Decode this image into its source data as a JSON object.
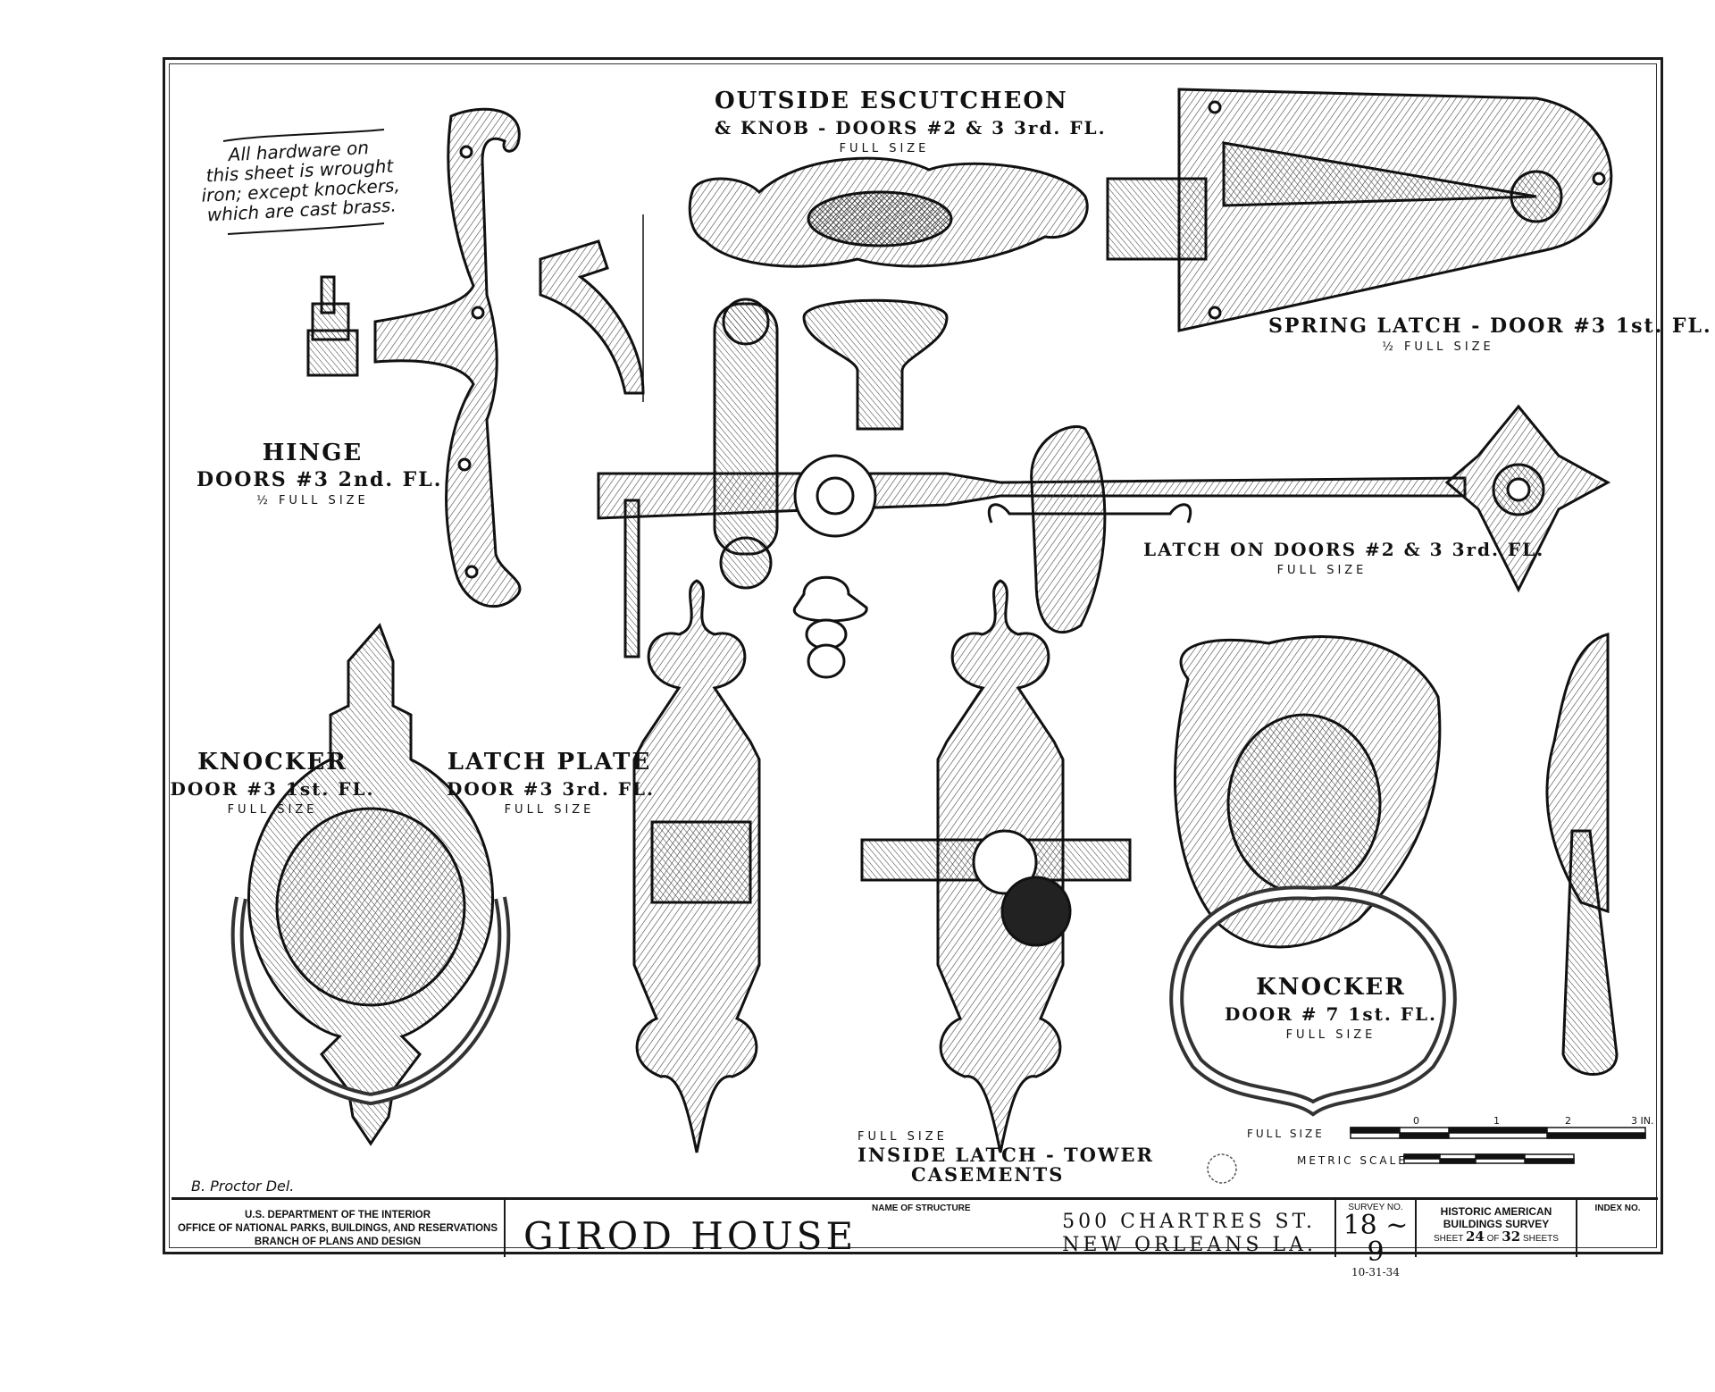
{
  "note": {
    "lines": [
      "All hardware on",
      "this sheet is wrought",
      "iron; except knockers,",
      "which are cast brass."
    ]
  },
  "labels": {
    "escutcheon": {
      "line1": "OUTSIDE ESCUTCHEON",
      "line2": "& KNOB - DOORS #2 & 3 3rd. FL.",
      "scale": "FULL SIZE"
    },
    "spring_latch": {
      "line1": "SPRING LATCH - DOOR #3 1st. FL.",
      "scale": "½ FULL SIZE"
    },
    "hinge": {
      "line1": "HINGE",
      "line2": "DOORS #3 2nd. FL.",
      "scale": "½ FULL SIZE"
    },
    "latch_doors": {
      "line1": "LATCH ON DOORS #2 & 3 3rd. FL.",
      "scale": "FULL SIZE"
    },
    "knocker3": {
      "line1": "KNOCKER",
      "line2": "DOOR #3 1st. FL.",
      "scale": "FULL SIZE"
    },
    "latch_plate": {
      "line1": "LATCH PLATE",
      "line2": "DOOR #3 3rd. FL.",
      "scale": "FULL SIZE"
    },
    "knocker7": {
      "line1": "KNOCKER",
      "line2": "DOOR # 7 1st. FL.",
      "scale": "FULL SIZE"
    },
    "tower": {
      "scale": "FULL SIZE",
      "line1": "INSIDE LATCH - TOWER",
      "line2": "CASEMENTS"
    }
  },
  "scale_bar": {
    "full_size": "FULL SIZE",
    "ticks": [
      "0",
      "1",
      "2",
      "3 IN."
    ],
    "metric": "METRIC SCALE"
  },
  "signature": "B. Proctor Del.",
  "title_block": {
    "agency": [
      "U.S. DEPARTMENT OF THE INTERIOR",
      "OFFICE OF NATIONAL PARKS, BUILDINGS, AND RESERVATIONS",
      "BRANCH OF PLANS AND DESIGN"
    ],
    "structure_caption": "NAME OF STRUCTURE",
    "structure_name": "GIROD HOUSE",
    "address": [
      "500 CHARTRES ST.",
      "NEW ORLEANS LA."
    ],
    "survey_caption": "SURVEY NO.",
    "survey_number": "18 ~ 9",
    "survey_date": "10-31-34",
    "habs": [
      "HISTORIC AMERICAN",
      "BUILDINGS SURVEY"
    ],
    "sheet_prefix": "SHEET",
    "sheet_number": "24",
    "sheet_of": "OF",
    "sheet_total": "32",
    "sheet_suffix": "SHEETS",
    "index_caption": "INDEX NO."
  },
  "colors": {
    "ink": "#111111",
    "paper": "#ffffff",
    "hatch": "#555555"
  }
}
